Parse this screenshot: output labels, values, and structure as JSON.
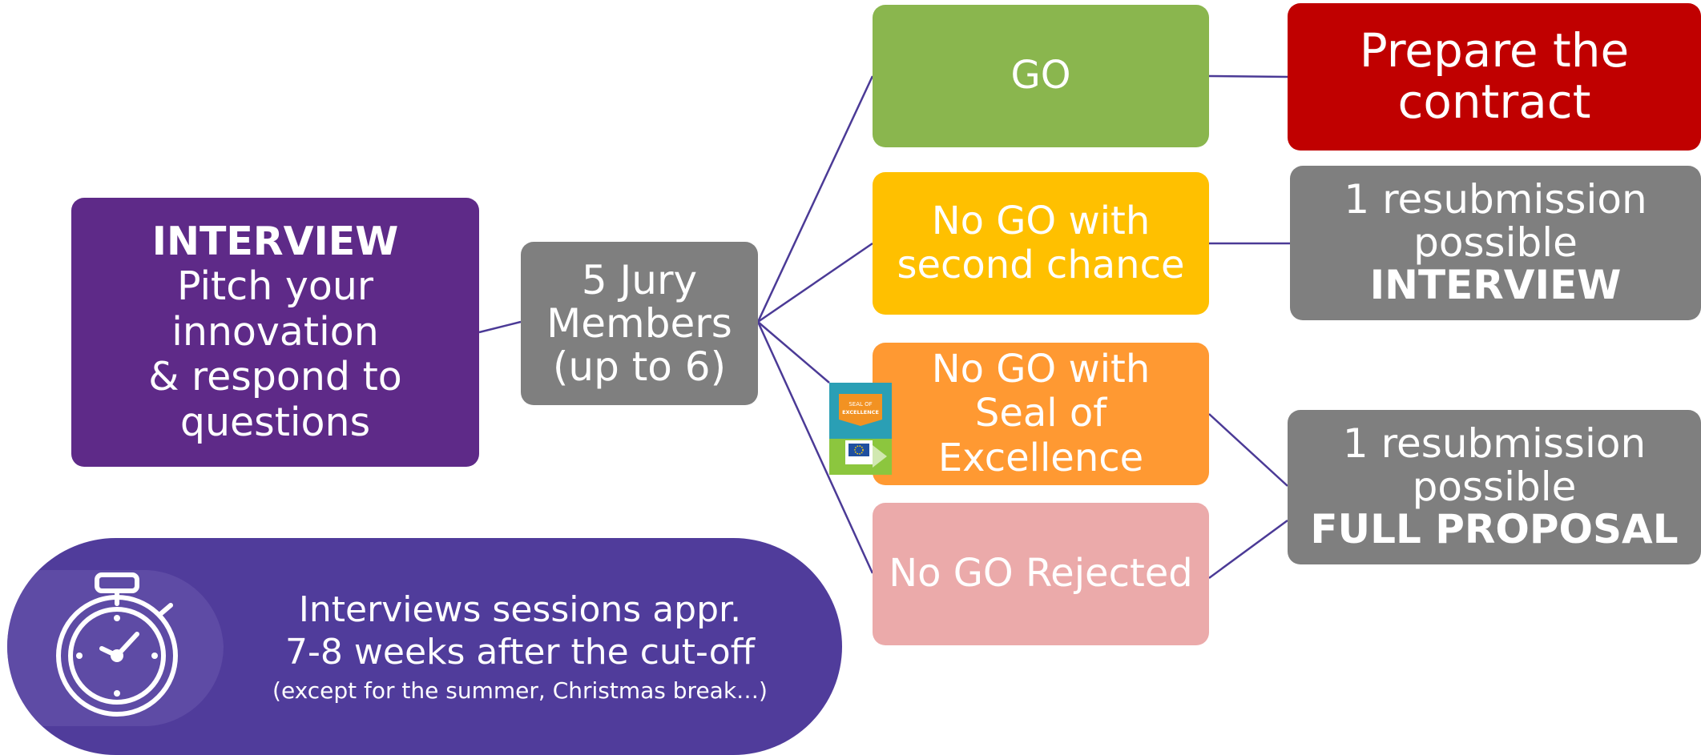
{
  "interview": {
    "title": "INTERVIEW",
    "line1": "Pitch your innovation",
    "line2": "& respond to",
    "line3": "questions"
  },
  "jury": {
    "line1": "5 Jury",
    "line2": "Members",
    "line3": "(up to 6)"
  },
  "outcomes": {
    "go": "GO",
    "no_go_second_line1": "No GO with",
    "no_go_second_line2": "second chance",
    "no_go_seal_line1": "No GO with",
    "no_go_seal_line2": "Seal of Excellence",
    "rejected": "No GO Rejected"
  },
  "results": {
    "contract_line1": "Prepare the",
    "contract_line2": "contract",
    "resub_interview_line1": "1 resubmission",
    "resub_interview_line2": "possible",
    "resub_interview_line3": "INTERVIEW",
    "resub_full_line1": "1 resubmission",
    "resub_full_line2": "possible",
    "resub_full_line3": "FULL PROPOSAL"
  },
  "timer": {
    "line1": "Interviews sessions appr.",
    "line2": "7-8 weeks after the cut-off",
    "note": "(except for the summer,  Christmas break…)",
    "icon": "stopwatch-icon"
  },
  "seal_badge": {
    "icon": "seal-of-excellence-icon",
    "text": "SEAL OF EXCELLENCE"
  },
  "colors": {
    "interview": "#5e2a88",
    "jury": "#7f7f7f",
    "go": "#8ab64e",
    "no_go_second": "#ffc000",
    "no_go_seal": "#ff9932",
    "rejected": "#ebaaaa",
    "contract": "#c00000",
    "resubmission": "#7f7f7f",
    "timer": "#503c9b",
    "connector": "#4b3a96"
  }
}
